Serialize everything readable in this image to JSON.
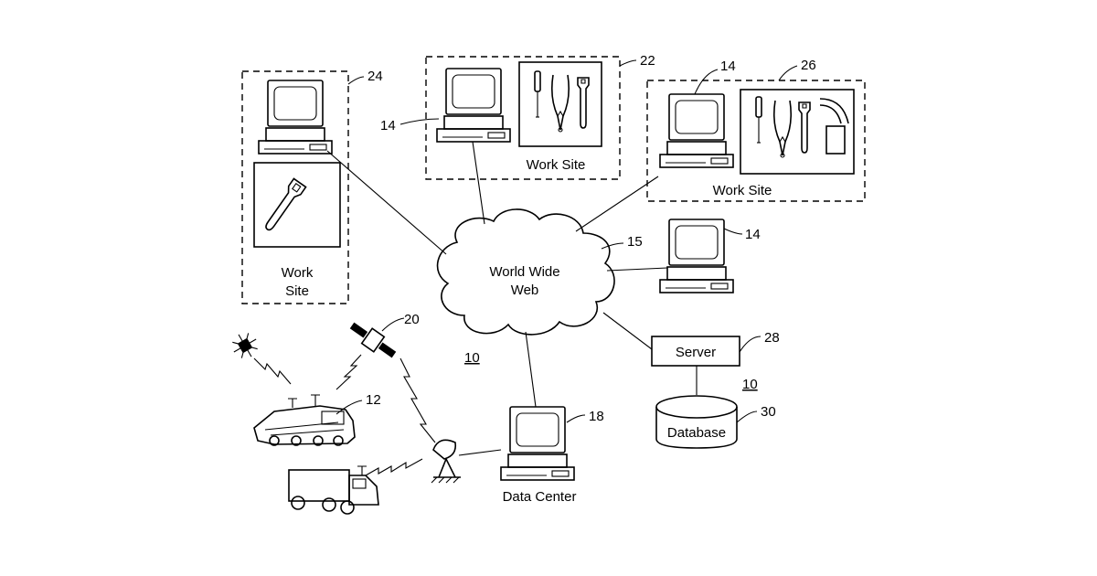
{
  "labels": {
    "cloud_line1": "World Wide",
    "cloud_line2": "Web",
    "server": "Server",
    "database": "Database",
    "data_center": "Data Center",
    "work_site": "Work Site",
    "work_site_left_line1": "Work",
    "work_site_left_line2": "Site"
  },
  "refs": {
    "site_left": "24",
    "site_top": "22",
    "site_right": "26",
    "computer": "14",
    "cloud": "15",
    "server": "28",
    "database": "30",
    "data_center": "18",
    "satellite": "20",
    "locomotive": "12",
    "system": "10"
  }
}
